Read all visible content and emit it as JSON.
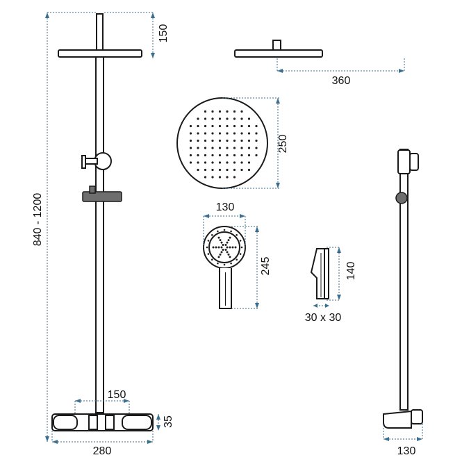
{
  "dimensions": {
    "column_height": "840 - 1200",
    "head_arm_height": "150",
    "arm_reach": "360",
    "head_diameter": "250",
    "hand_head_width": "130",
    "hand_shower_length": "245",
    "holder_height": "140",
    "holder_section": "30 x 30",
    "valve_centers": "150",
    "valve_height": "35",
    "valve_width": "280",
    "wall_offset": "130"
  }
}
